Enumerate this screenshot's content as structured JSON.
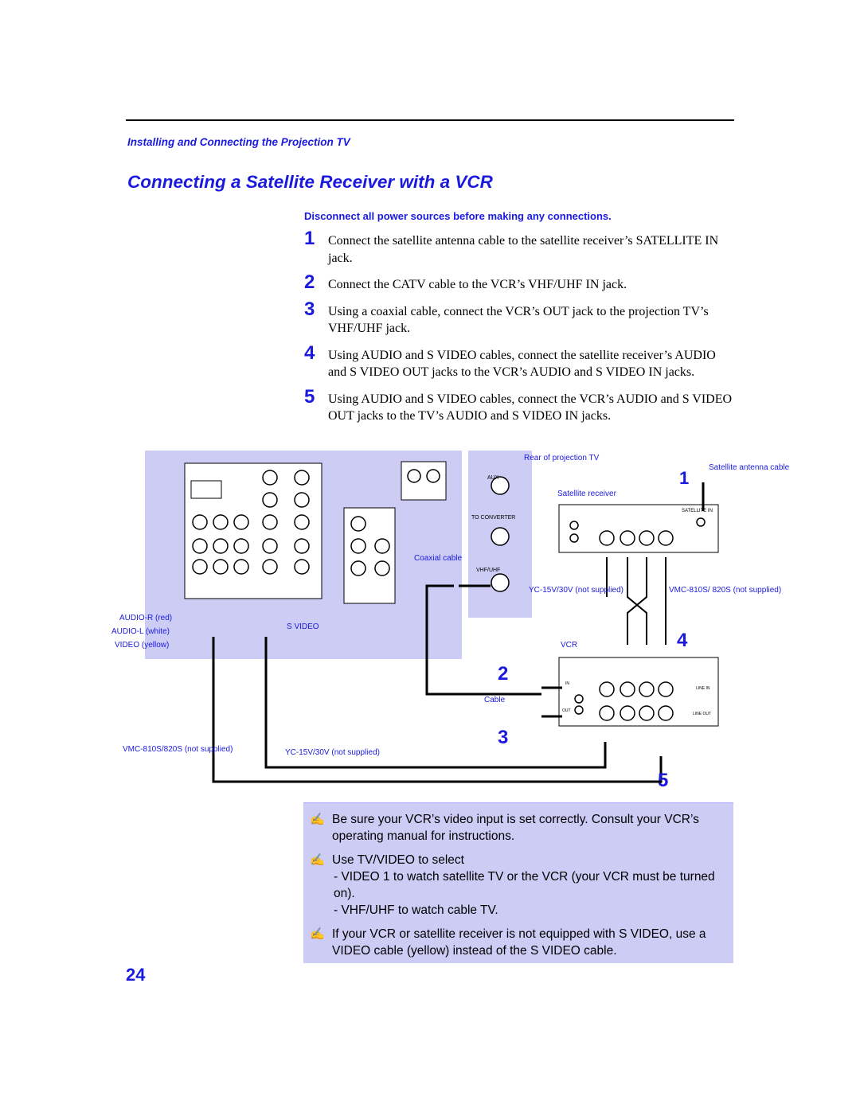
{
  "header": {
    "section": "Installing and Connecting the Projection TV",
    "title": "Connecting a Satellite Receiver with a VCR"
  },
  "warning": "Disconnect all power sources before making any connections.",
  "steps": [
    {
      "num": "1",
      "text": "Connect the satellite antenna cable to the satellite receiver’s SATELLITE IN jack."
    },
    {
      "num": "2",
      "text": "Connect the CATV cable to the VCR’s VHF/UHF IN jack."
    },
    {
      "num": "3",
      "text": "Using a coaxial cable, connect the VCR’s OUT jack to the projection TV’s VHF/UHF jack."
    },
    {
      "num": "4",
      "text": "Using AUDIO and S VIDEO cables, connect the satellite receiver’s AUDIO and S VIDEO OUT jacks to the VCR’s AUDIO and S VIDEO IN jacks."
    },
    {
      "num": "5",
      "text": "Using AUDIO and S VIDEO cables, connect the VCR’s AUDIO and S VIDEO OUT jacks to the TV’s AUDIO and S VIDEO IN jacks."
    }
  ],
  "diagram": {
    "rear_label": "Rear of projection TV",
    "satellite_antenna": "Satellite antenna cable",
    "satellite_receiver": "Satellite receiver",
    "satellite_in": "SATELLITE IN",
    "aux": "AUX",
    "to_converter": "TO CONVERTER",
    "vhf_uhf": "VHF/UHF",
    "coaxial_cable": "Coaxial cable",
    "yc_right": "YC-15V/30V (not supplied)",
    "vmc_right": "VMC-810S/ 820S (not supplied)",
    "vcr": "VCR",
    "cable": "Cable",
    "audio_r": "AUDIO-R (red)",
    "audio_l": "AUDIO-L (white)",
    "video_y": "VIDEO (yellow)",
    "s_video": "S VIDEO",
    "vmc_left": "VMC-810S/820S (not supplied)",
    "yc_left": "YC-15V/30V (not supplied)",
    "step_marks": [
      "1",
      "2",
      "3",
      "4",
      "5"
    ],
    "in_out_labels": [
      "IN",
      "OUT"
    ],
    "line_in": "LINE IN",
    "line_out": "LINE OUT"
  },
  "notes": [
    {
      "text": "Be sure your VCR’s video input is set correctly. Consult your VCR’s operating manual for instructions.",
      "subs": []
    },
    {
      "text": "Use TV/VIDEO to select",
      "subs": [
        "- VIDEO 1 to watch satellite TV or the VCR (your VCR must be turned on).",
        "- VHF/UHF to watch cable TV."
      ]
    },
    {
      "text": "If your VCR or satellite receiver is not equipped with S VIDEO, use a VIDEO cable (yellow) instead of the S VIDEO cable.",
      "subs": []
    }
  ],
  "page_number": "24",
  "colors": {
    "accent": "#1a1adf",
    "panel": "#ccccf5"
  },
  "icons": {
    "note": "pencil-icon"
  }
}
